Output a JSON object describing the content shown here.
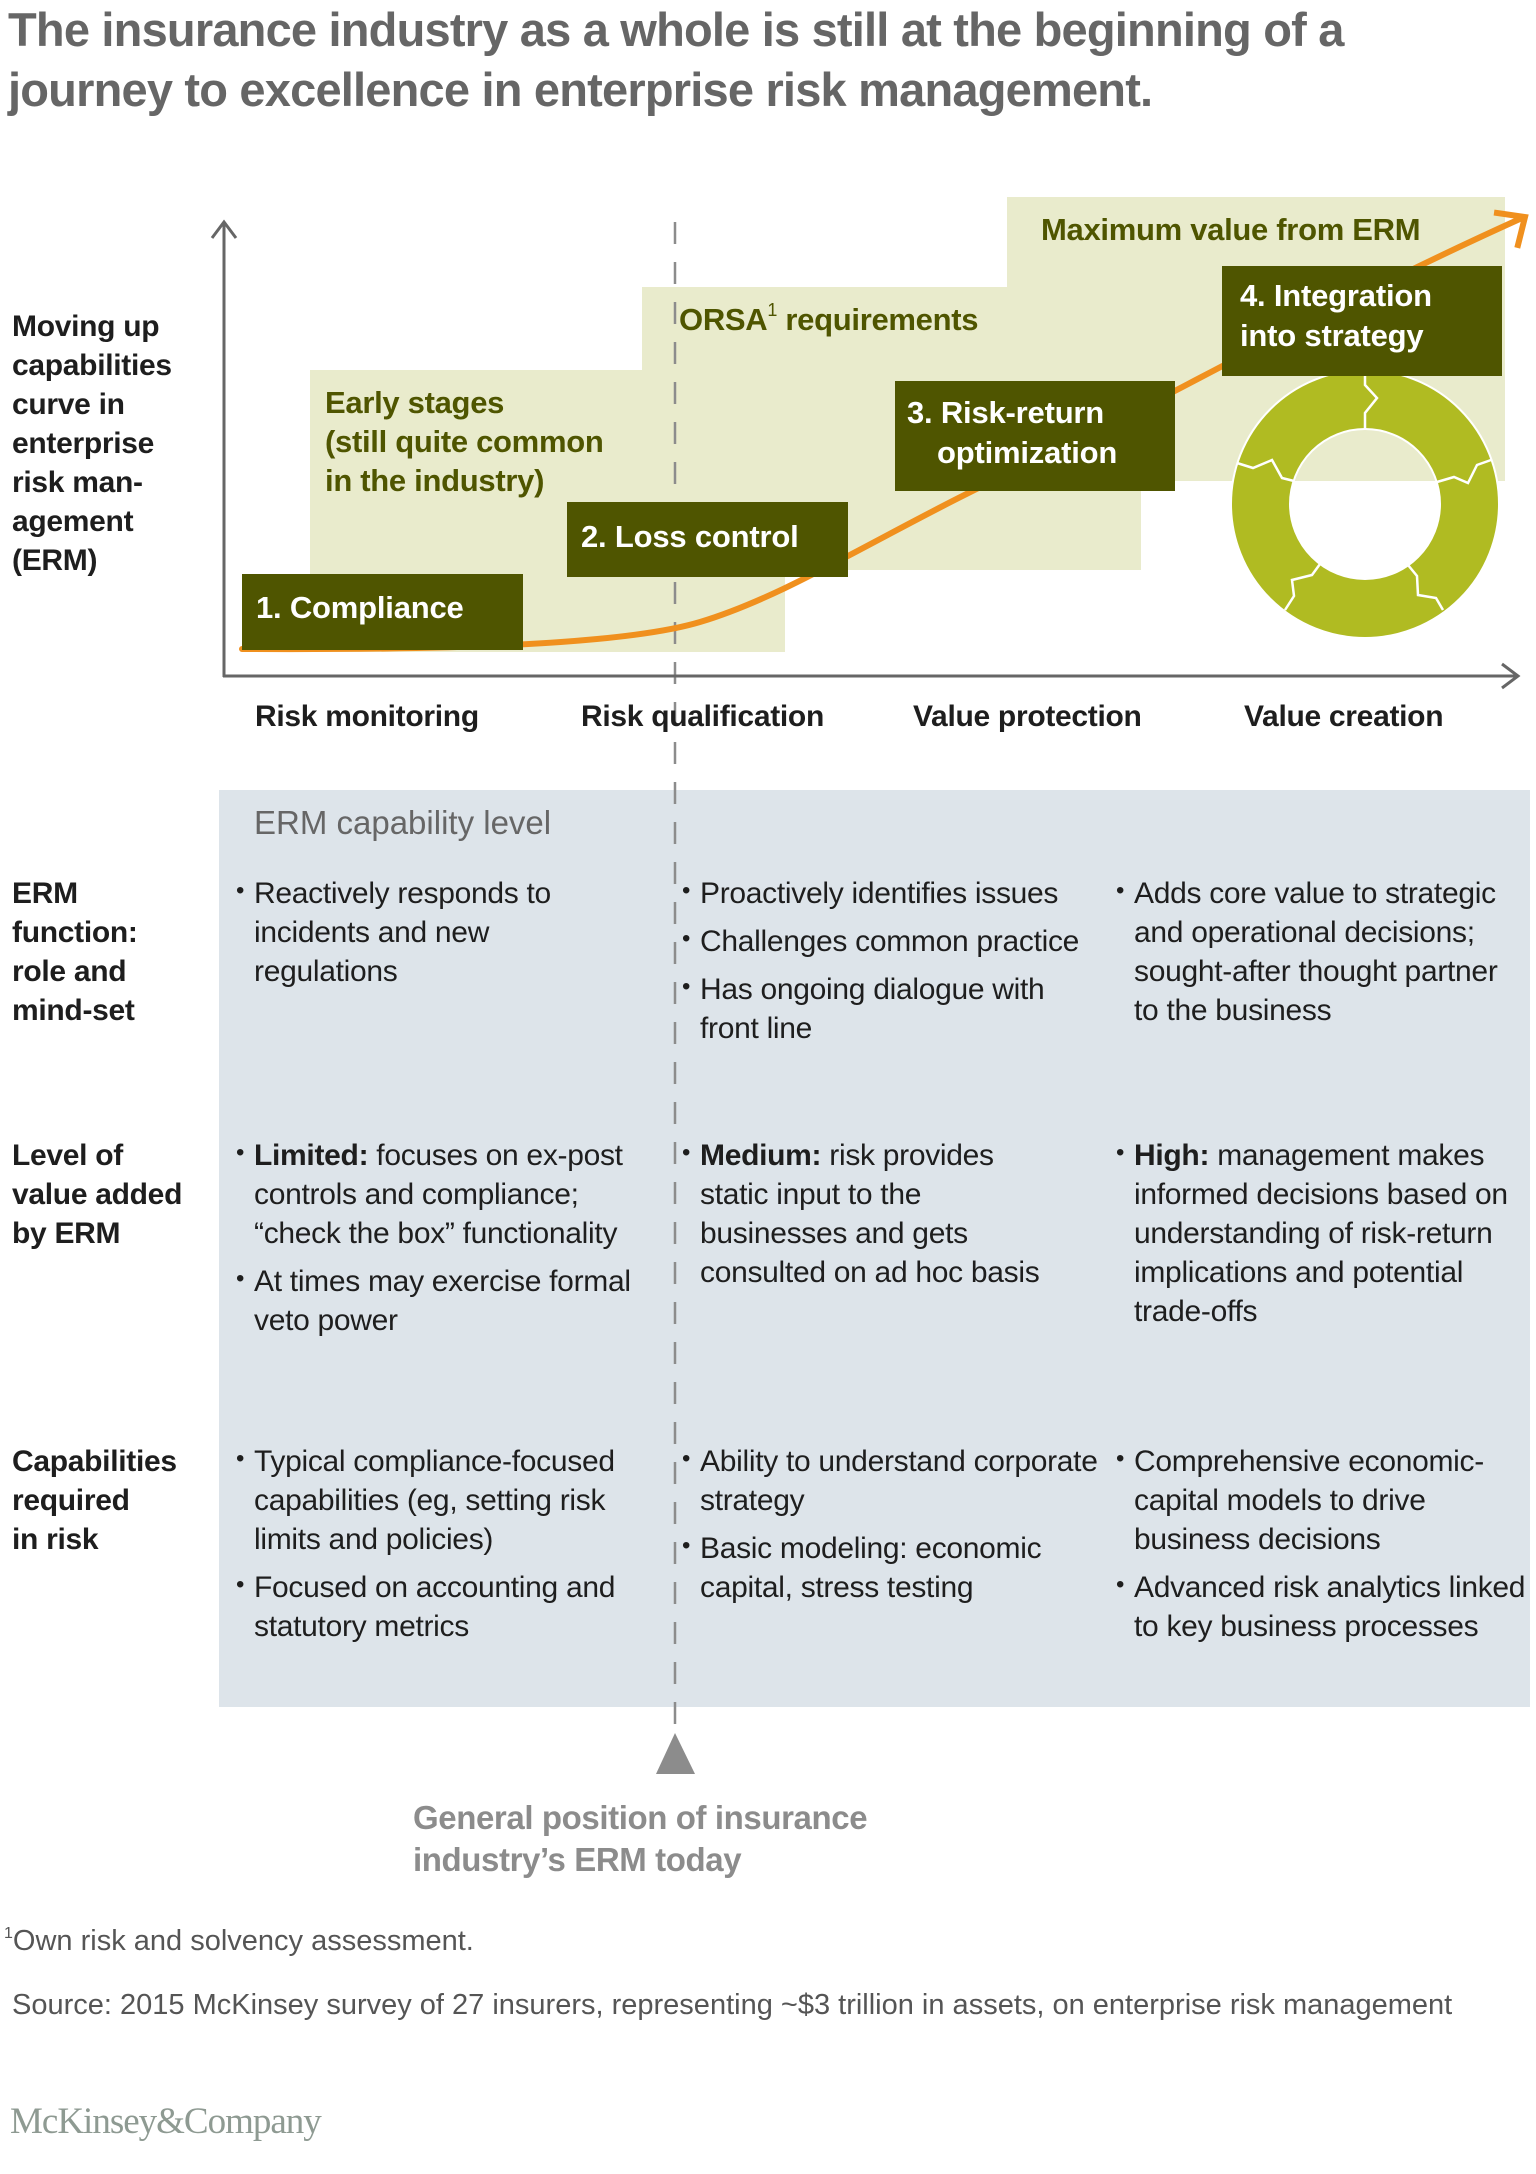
{
  "title": {
    "line1": "The insurance industry as a whole is still at the beginning of a",
    "line2": "journey to excellence in enterprise risk management."
  },
  "y_axis_label": [
    "Moving up",
    "capabilities",
    "curve in",
    "enterprise",
    "risk man-",
    "agement",
    "(ERM)"
  ],
  "stage_areas": [
    {
      "label_lines": [
        "Early stages",
        "(still quite common",
        "in the industry)"
      ]
    },
    {
      "label": "ORSA",
      "superscript": "1",
      "label_suffix": " requirements"
    },
    {
      "label": "Maximum value from ERM"
    }
  ],
  "stages": [
    {
      "lines": [
        "1. Compliance"
      ]
    },
    {
      "lines": [
        "2. Loss control"
      ]
    },
    {
      "lines": [
        "3. Risk-return",
        "optimization"
      ]
    },
    {
      "lines": [
        "4. Integration",
        "into strategy"
      ]
    }
  ],
  "x_axis_labels": [
    "Risk monitoring",
    "Risk qualification",
    "Value protection",
    "Value creation"
  ],
  "colors": {
    "olive": "#4f5500",
    "stage_background": "#e9ebcc",
    "curve": "#f0901e",
    "donut": "#b0bb22",
    "table_background": "#dde4ea",
    "marker": "#8c8c8c"
  },
  "table": {
    "header": "ERM capability level",
    "rows": [
      {
        "label_lines": [
          "ERM",
          "function:",
          "role and",
          "mind-set"
        ],
        "cells": [
          [
            {
              "bold": "",
              "text": "Reactively responds to incidents and new regulations"
            }
          ],
          [
            {
              "bold": "",
              "text": "Proactively identifies issues"
            },
            {
              "bold": "",
              "text": "Challenges common practice"
            },
            {
              "bold": "",
              "text": "Has ongoing dialogue with front line"
            }
          ],
          [
            {
              "bold": "",
              "text": "Adds core value to strategic and operational decisions; sought-after thought partner to the business"
            }
          ]
        ]
      },
      {
        "label_lines": [
          "Level of",
          "value added",
          "by ERM"
        ],
        "cells": [
          [
            {
              "bold": "Limited:",
              "text": " focuses on ex-post controls and compliance; “check the box” functionality"
            },
            {
              "bold": "",
              "text": "At times may exercise formal veto power"
            }
          ],
          [
            {
              "bold": "Medium:",
              "text": " risk provides static input to the businesses and gets consulted on ad hoc basis"
            }
          ],
          [
            {
              "bold": "High:",
              "text": " management makes informed decisions based on understanding of risk-return implications and potential trade-offs"
            }
          ]
        ]
      },
      {
        "label_lines": [
          "Capabilities",
          "required",
          "in risk"
        ],
        "cells": [
          [
            {
              "bold": "",
              "text": "Typical compliance-focused capabilities (eg, setting risk limits and policies)"
            },
            {
              "bold": "",
              "text": "Focused on accounting and statutory metrics"
            }
          ],
          [
            {
              "bold": "",
              "text": "Ability to understand corporate strategy"
            },
            {
              "bold": "",
              "text": "Basic modeling: economic capital, stress testing"
            }
          ],
          [
            {
              "bold": "",
              "text": "Comprehensive economic-capital models to drive business decisions"
            },
            {
              "bold": "",
              "text": "Advanced risk analytics linked to key business processes"
            }
          ]
        ]
      }
    ]
  },
  "position_marker": {
    "lines": [
      "General position of insurance",
      "industry’s ERM today"
    ]
  },
  "footnote": {
    "marker": "1",
    "text": "Own risk and solvency assessment."
  },
  "source": "Source: 2015 McKinsey survey of 27 insurers, representing ~$3 trillion in assets, on enterprise risk management",
  "logo": "McKinsey&Company"
}
